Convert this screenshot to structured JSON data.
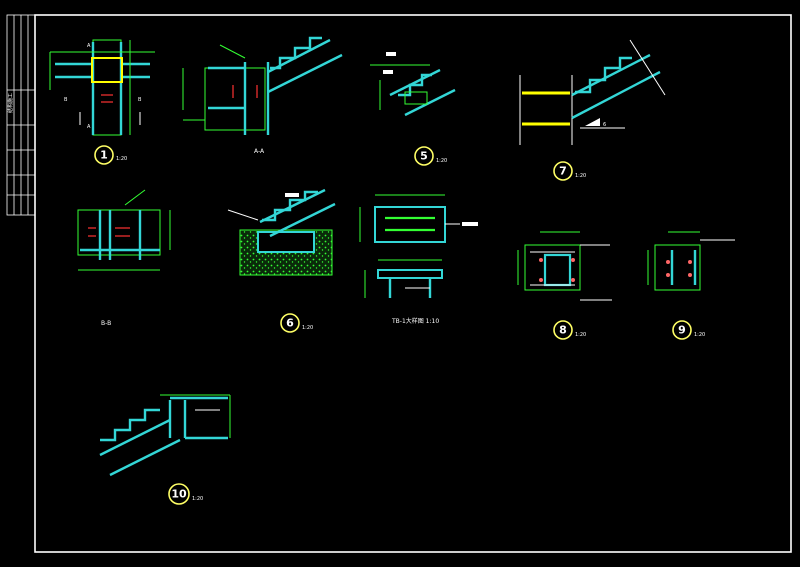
{
  "sheet": {
    "title_block_label": "结构施工"
  },
  "details": [
    {
      "id": "1",
      "tag": "1:20"
    },
    {
      "id": "5",
      "tag": "1:20"
    },
    {
      "id": "6",
      "tag": "1:20"
    },
    {
      "id": "7",
      "tag": "1:20"
    },
    {
      "id": "8",
      "tag": "1:20"
    },
    {
      "id": "9",
      "tag": "1:20"
    },
    {
      "id": "10",
      "tag": "1:20"
    }
  ],
  "section_labels": {
    "sec_a": "A-A",
    "sec_b": "B-B",
    "ll_section": "TB-1大样图 1:10"
  },
  "callouts": {
    "c1_left": "A",
    "c1_right": "A",
    "c1_b_left": "B",
    "c1_b_right": "B",
    "b7_weld": "6"
  },
  "colors": {
    "background": "#000000",
    "frame": "#ffffff",
    "steel": "#33d6d6",
    "dimension": "#33ff33",
    "bolt": "#ff3333",
    "embed": "#ffff00"
  }
}
